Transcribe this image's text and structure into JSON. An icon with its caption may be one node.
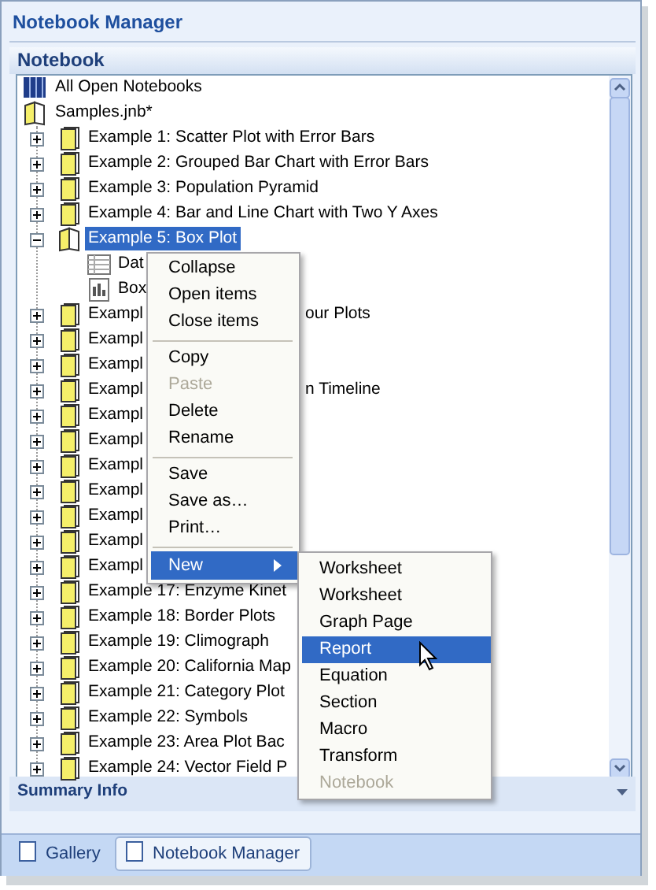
{
  "diagram": {
    "title": "Notebook Manager",
    "labels": [
      "Notebook",
      "All Open Notebooks",
      "Samples.jnb*",
      "Example 1: Scatter Plot with Error Bars",
      "Example 2: Grouped Bar Chart with Error Bars",
      "Example 3: Population Pyramid",
      "Example 4: Bar and Line Chart with Two Y Axes",
      "Example 5: Box Plot",
      "Dat",
      "Box",
      "Exampl",
      "our Plots",
      "Exampl",
      "Exampl",
      "Exampl",
      "n Timeline",
      "Exampl",
      "Exampl",
      "Exampl",
      "Exampl",
      "Exampl",
      "Exampl",
      "Exampl",
      "Example 17: Enzyme Kinet",
      "Example 18: Border Plots",
      "Example 19: Climograph",
      "Example 20: California Map",
      "Example 21: Category Plot",
      "Example 22: Symbols",
      "Example 23: Area Plot Bac",
      "Example 24: Vector Field P",
      "Collapse",
      "Open items",
      "Close items",
      "Copy",
      "Paste",
      "Delete",
      "Rename",
      "Save",
      "Save as…",
      "Print…",
      "New",
      "Worksheet",
      "Worksheet",
      "Graph Page",
      "Report",
      "Equation",
      "Section",
      "Macro",
      "Transform",
      "Notebook",
      "Summary Info",
      "Gallery",
      "Notebook Manager"
    ]
  }
}
